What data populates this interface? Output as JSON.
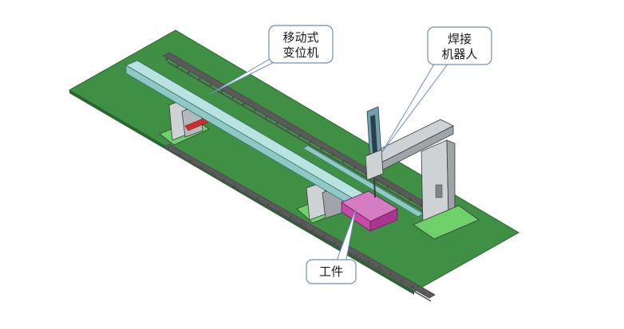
{
  "callouts": {
    "positioner": {
      "line1": "移动式",
      "line2": "变位机"
    },
    "robot": {
      "line1": "焊接",
      "line2": "机器人"
    },
    "workpiece": {
      "line1": "工件"
    }
  },
  "colors": {
    "floor": "#3f8f45",
    "floor_edge": "#2a6630",
    "rail": "#4b4b4b",
    "beam": "#8fc9c6",
    "steel": "#cfd2d4",
    "steel_dark": "#7f8488",
    "accent_red": "#cc2d2d",
    "accent_green": "#6fd16a",
    "workpiece": "#c64aa8",
    "callout_border": "#6f8fb8"
  }
}
